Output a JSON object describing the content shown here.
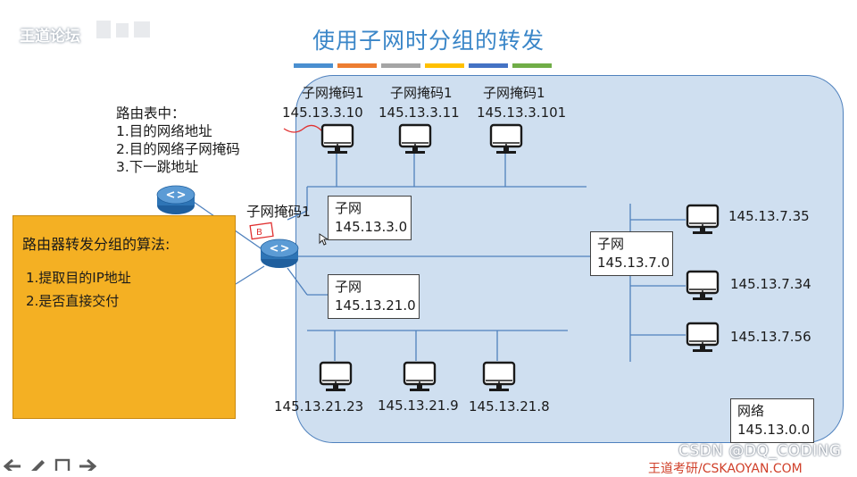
{
  "title": "使用子网时分组的转发",
  "watermark_top_left": "王道论坛",
  "watermark_bottom": "CSDN @DQ_CODING",
  "watermark_site": "王道考研/CSKAOYAN.COM",
  "stripe_colors": [
    "#4a8fd0",
    "#ed7d31",
    "#a5a5a5",
    "#ffc000",
    "#4472c4",
    "#70ad47"
  ],
  "routing_table_note": {
    "heading": "路由表中：",
    "items": [
      "1.目的网络地址",
      "2.目的网络子网掩码",
      "3.下一跳地址"
    ]
  },
  "router_label": "子网掩码1",
  "algorithm_box": {
    "title": "路由器转发分组的算法:",
    "items": [
      "1.提取目的IP地址",
      "2.是否直接交付"
    ]
  },
  "top_hosts": [
    {
      "mask": "子网掩码1",
      "ip": "145.13.3.10"
    },
    {
      "mask": "子网掩码1",
      "ip": "145.13.3.11"
    },
    {
      "mask": "子网掩码1",
      "ip": "145.13.3.101"
    }
  ],
  "bottom_hosts": [
    "145.13.21.23",
    "145.13.21.9",
    "145.13.21.8"
  ],
  "right_hosts": [
    "145.13.7.35",
    "145.13.7.34",
    "145.13.7.56"
  ],
  "subnet_boxes": [
    {
      "label": "子网",
      "addr": "145.13.3.0"
    },
    {
      "label": "子网",
      "addr": "145.13.7.0"
    },
    {
      "label": "子网",
      "addr": "145.13.21.0"
    }
  ],
  "network_box": {
    "label": "网络",
    "addr": "145.13.0.0"
  },
  "colors": {
    "network_fill": "#cfdff0",
    "network_border": "#4f81bd",
    "title": "#3a86c8",
    "algorithm_fill": "#f4b023",
    "router": "#2e75b6",
    "annotation_red": "#e03030"
  },
  "icons": [
    "router-icon",
    "computer-icon",
    "cursor-icon",
    "back-arrow-icon",
    "pen-icon",
    "forward-arrow-icon"
  ]
}
